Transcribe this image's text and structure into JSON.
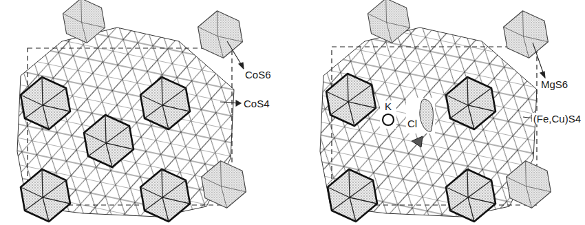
{
  "diagram": {
    "nodes": [
      {
        "text": [
          "K"
        ]
      },
      {
        "text": [
          "Cl"
        ]
      }
    ],
    "labels": [
      "CoS6",
      "CoS4",
      "MgS6",
      "(Fe,Cu)S4"
    ]
  }
}
